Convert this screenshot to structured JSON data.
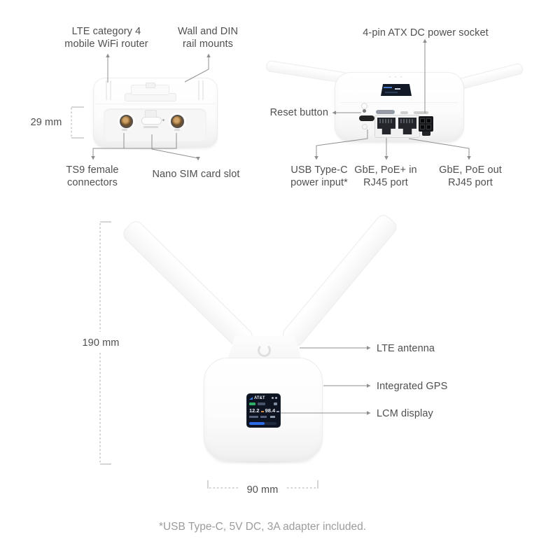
{
  "diagram": {
    "footnote": "*USB Type-C, 5V DC, 3A adapter included."
  },
  "side_view": {
    "router_type_label": [
      "LTE category 4",
      "mobile WiFi router"
    ],
    "mounts_label": [
      "Wall and DIN",
      "rail mounts"
    ],
    "height_dim": "29 mm",
    "ts9_label": [
      "TS9 female",
      "connectors"
    ],
    "sim_label": "Nano SIM card slot"
  },
  "bottom_view": {
    "power_socket_label": "4-pin ATX DC power socket",
    "reset_label": "Reset button",
    "usb_label": [
      "USB Type-C",
      "power input*"
    ],
    "poe_in_label": [
      "GbE, PoE+ in",
      "RJ45 port"
    ],
    "poe_out_label": [
      "GbE, PoE out",
      "RJ45 port"
    ]
  },
  "front_view": {
    "height_dim": "190 mm",
    "width_dim": "90 mm",
    "antenna_label": "LTE antenna",
    "gps_label": "Integrated GPS",
    "display_label": "LCM display",
    "lcm_screen": {
      "carrier": "AT&T",
      "value_primary": "12.2",
      "value_secondary": "98.4"
    }
  },
  "colors": {
    "label_text": "#4f4f4f",
    "footnote_text": "#9c9c9c",
    "callout_line": "#8f8f8f",
    "lcm_background": "#0d1320",
    "lcm_accent_blue": "#2e6be6",
    "lcm_accent_green": "#2fae66",
    "ts9_gold": "#b5854e"
  }
}
